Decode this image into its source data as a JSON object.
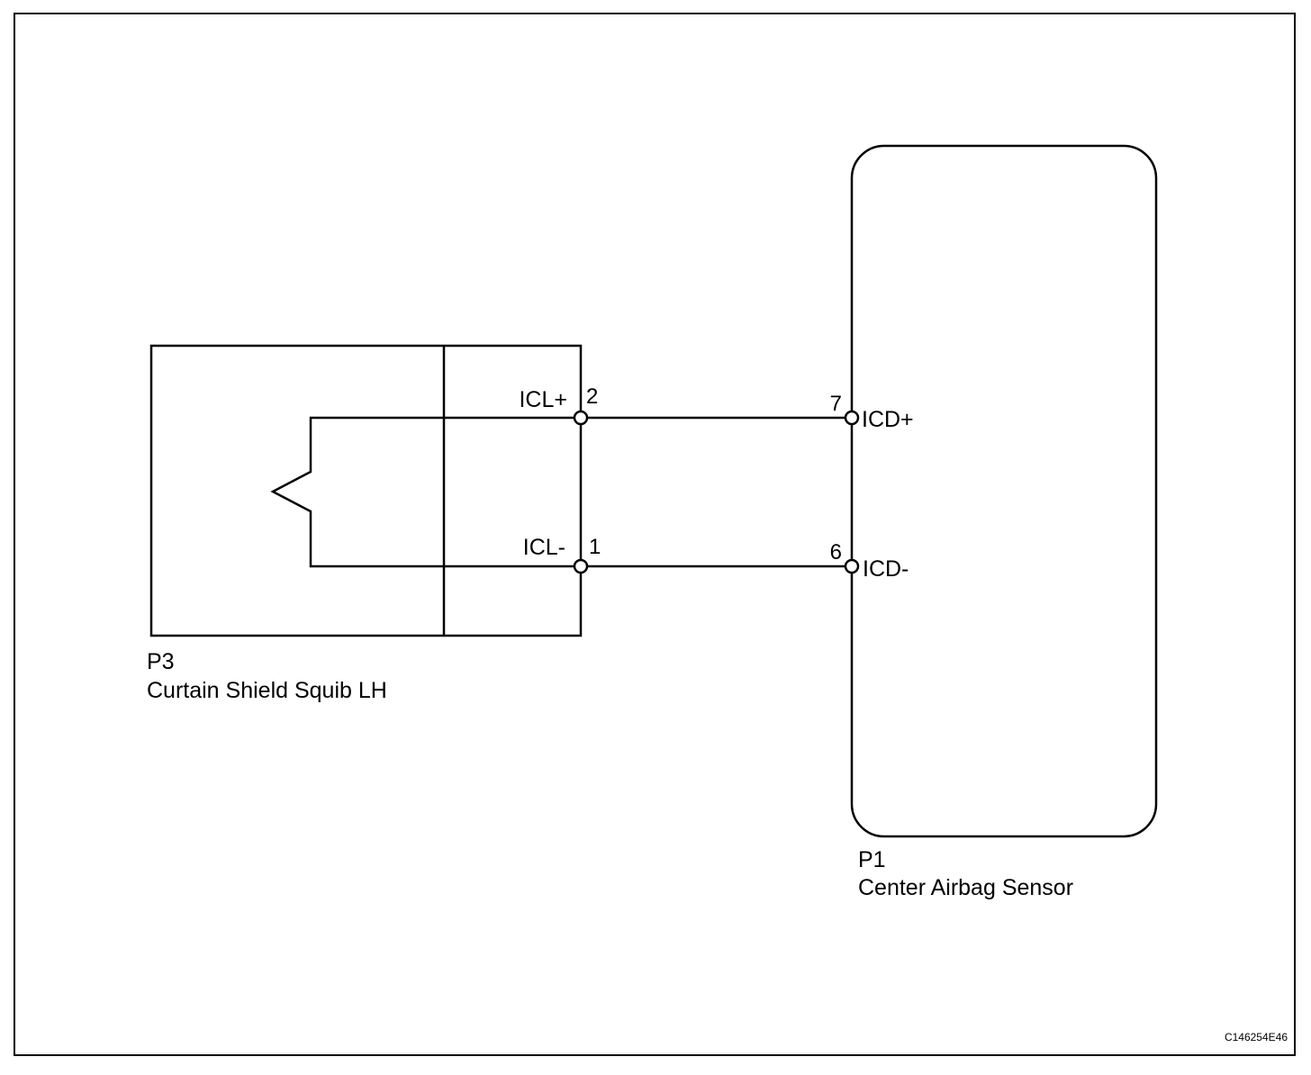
{
  "squib": {
    "ref": "P3",
    "name": "Curtain Shield Squib LH",
    "pins": [
      {
        "signal": "ICL+",
        "number": "2"
      },
      {
        "signal": "ICL-",
        "number": "1"
      }
    ]
  },
  "sensor": {
    "ref": "P1",
    "name": "Center Airbag Sensor",
    "pins": [
      {
        "signal": "ICD+",
        "number": "7"
      },
      {
        "signal": "ICD-",
        "number": "6"
      }
    ]
  },
  "wires": [
    {
      "from": "P3 pin 2 (ICL+)",
      "to": "P1 pin 7 (ICD+)"
    },
    {
      "from": "P3 pin 1 (ICL-)",
      "to": "P1 pin 6 (ICD-)"
    }
  ],
  "figure_code": "C146254E46",
  "colors": {
    "ink": "#000000",
    "background": "#ffffff"
  }
}
